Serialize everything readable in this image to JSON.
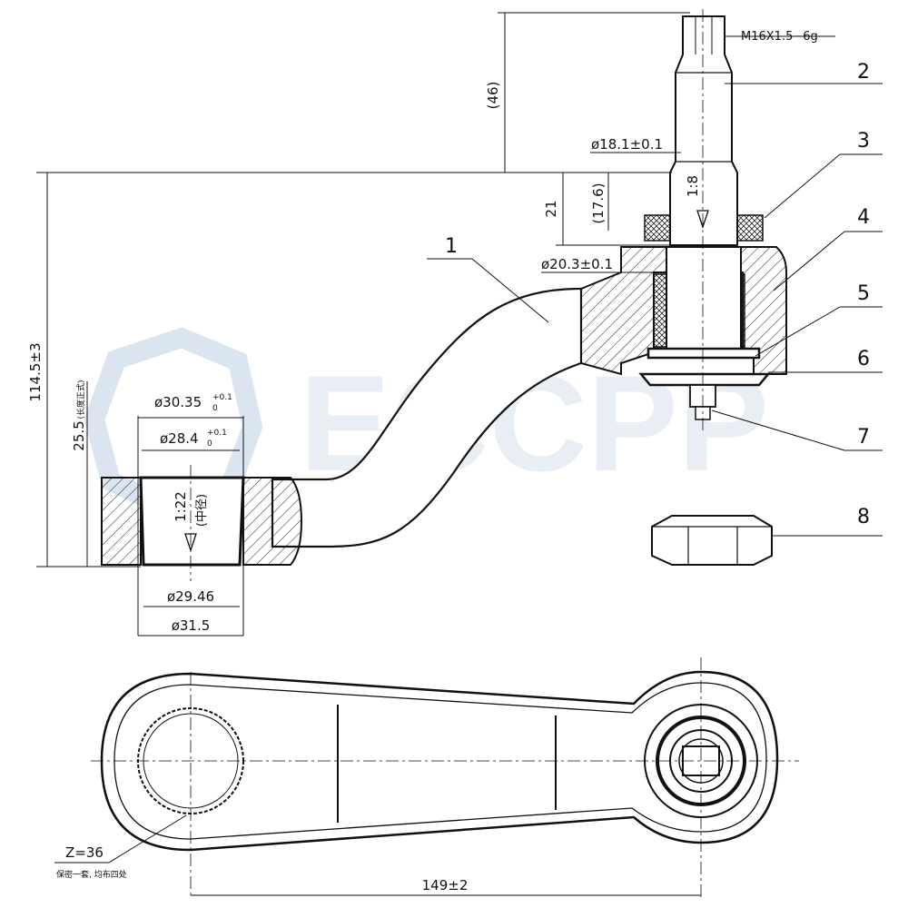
{
  "watermark": "ECCPP",
  "dimensions": {
    "thread": "M16X1.5−6g",
    "stud_height": "(46)",
    "stud_dia": "ø18.1±0.1",
    "taper_height": "21",
    "taper_ref": "(17.6)",
    "taper_ratio_top": "1:8",
    "socket_dia": "ø20.3±0.1",
    "overall_height": "114.5±3",
    "boss_height": "25.5",
    "boss_height_note": "(长度正式)",
    "bore_outer": "ø30.35",
    "bore_outer_tol_upper": "+0.1",
    "bore_outer_tol_lower": "0",
    "bore_inner": "ø28.4",
    "bore_inner_tol_upper": "+0.1",
    "bore_inner_tol_lower": "0",
    "taper_ratio_bore": "1:22",
    "taper_ratio_bore_note": "(中径)",
    "bore_bottom": "ø29.46",
    "bore_base": "ø31.5",
    "spline_count": "Z=36",
    "spline_note": "保密一套, 均布四处",
    "center_distance": "149±2"
  },
  "callouts": [
    "1",
    "2",
    "3",
    "4",
    "5",
    "6",
    "7",
    "8"
  ]
}
